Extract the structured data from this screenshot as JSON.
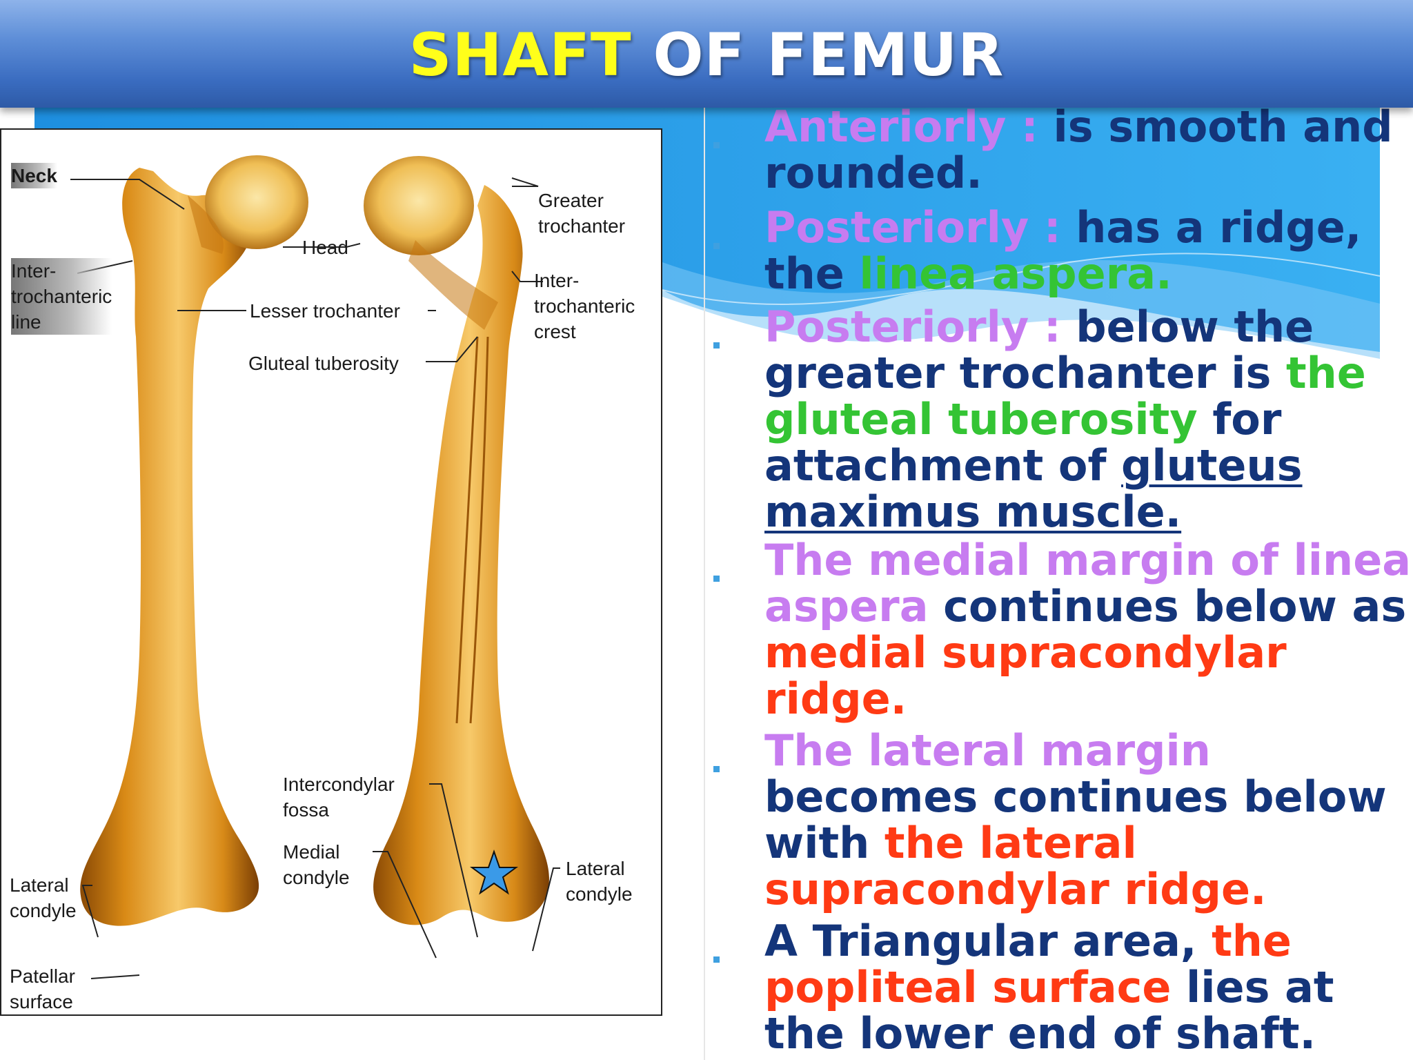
{
  "title": {
    "part1": "SHAFT",
    "part2": "OF FEMUR"
  },
  "figure_labels": {
    "neck": "Neck",
    "intertrochanteric_line": "Inter-\ntrochanteric\nline",
    "head": "Head",
    "lesser_trochanter": "Lesser trochanter",
    "gluteal_tuberosity": "Gluteal tuberosity",
    "greater_trochanter": "Greater\ntrochanter",
    "intertrochanteric_crest": "Inter-\ntrochanteric\ncrest",
    "intercondylar_fossa": "Intercondylar\nfossa",
    "medial_condyle": "Medial\ncondyle",
    "lateral_condyle_left": "Lateral\ncondyle",
    "lateral_condyle_right": "Lateral\ncondyle",
    "patellar_surface": "Patellar\nsurface"
  },
  "bullets": [
    {
      "s1": "Anteriorly : ",
      "s2": "is smooth and rounded."
    },
    {
      "s1": "Posteriorly : ",
      "s2": "has a ridge, the ",
      "s3": "linea aspera."
    },
    {
      "s1": "Posteriorly : ",
      "s2": "below the greater trochanter is ",
      "s3": "the gluteal tuberosity",
      "s4": " for attachment of ",
      "s5": "gluteus maximus muscle."
    },
    {
      "s1": "The medial margin of linea aspera",
      "s2": " continues below as ",
      "s3": "medial supracondylar ridge."
    },
    {
      "s1": "The lateral margin",
      "s2": " becomes continues below with ",
      "s3": "the lateral supracondylar ridge."
    },
    {
      "s1": "A Triangular area, ",
      "s2": "the popliteal surface",
      "s3": " lies at the lower end of shaft."
    }
  ],
  "colors": {
    "accent": "#c77cf0",
    "green": "#34c434",
    "red": "#ff3a14",
    "navy": "#14357a",
    "title_yellow": "#ffff1a"
  }
}
